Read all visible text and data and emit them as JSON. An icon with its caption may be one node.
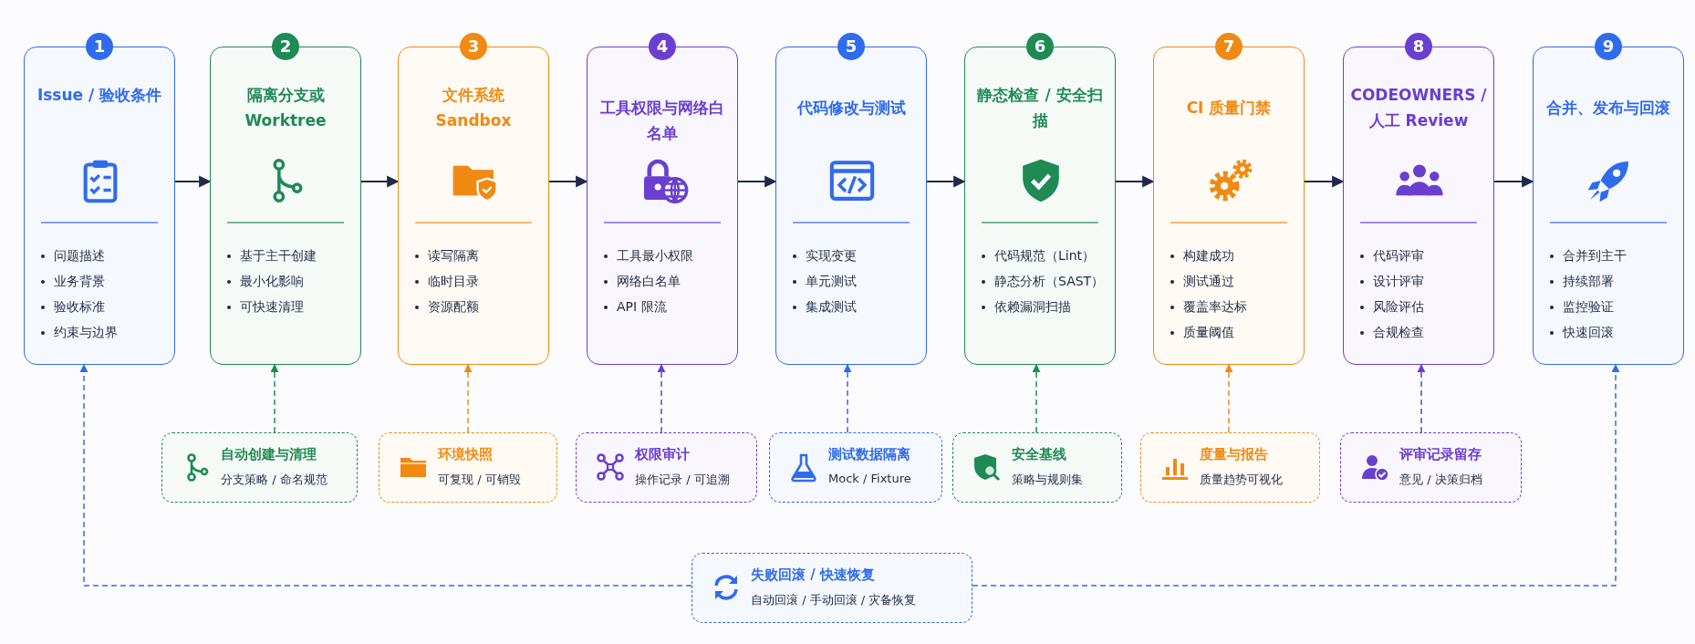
{
  "diagram": {
    "nodes": [
      {
        "text": [
          "Issue / 验收条件",
          "问题描述",
          "业务背景",
          "验收标准",
          "约束与边界"
        ],
        "beside": [
          "1"
        ]
      },
      {
        "text": [
          "隔离分支或 Worktree",
          "基于主干创建",
          "最小化影响",
          "可快速清理"
        ],
        "beside": [
          "2"
        ]
      },
      {
        "text": [
          "文件系统 Sandbox",
          "读写隔离",
          "临时目录",
          "资源配额"
        ],
        "beside": [
          "3"
        ]
      },
      {
        "text": [
          "工具权限与网络白名单",
          "工具最小权限",
          "网络白名单",
          "API 限流"
        ],
        "beside": [
          "4"
        ]
      },
      {
        "text": [
          "代码修改与测试",
          "实现变更",
          "单元测试",
          "集成测试"
        ],
        "beside": [
          "5"
        ]
      },
      {
        "text": [
          "静态检查 / 安全扫描",
          "代码规范（Lint）",
          "静态分析（SAST）",
          "依赖漏洞扫描"
        ],
        "beside": [
          "6"
        ]
      },
      {
        "text": [
          "CI 质量门禁",
          "构建成功",
          "测试通过",
          "覆盖率达标",
          "质量阈值"
        ],
        "beside": [
          "7"
        ]
      },
      {
        "text": [
          "CODEOWNERS / 人工 Review",
          "代码评审",
          "设计评审",
          "风险评估",
          "合规检查"
        ],
        "beside": [
          "8"
        ]
      },
      {
        "text": [
          "合并、发布与回滚",
          "合并到主干",
          "持续部署",
          "监控验证",
          "快速回滚"
        ],
        "beside": [
          "9"
        ]
      },
      {
        "text": [
          "自动创建与清理",
          "分支策略 / 命名规范"
        ]
      },
      {
        "text": [
          "环境快照",
          "可复现 / 可销毁"
        ]
      },
      {
        "text": [
          "权限审计",
          "操作记录 / 可追溯"
        ]
      },
      {
        "text": [
          "测试数据隔离",
          "Mock / Fixture"
        ]
      },
      {
        "text": [
          "安全基线",
          "策略与规则集"
        ]
      },
      {
        "text": [
          "度量与报告",
          "质量趋势可视化"
        ]
      },
      {
        "text": [
          "评审记录留存",
          "意见 / 决策归档"
        ]
      },
      {
        "text": [
          "失败回滚 / 快速恢复",
          "自动回滚 / 手动回滚 / 灾备恢复"
        ]
      }
    ],
    "edges": [
      {
        "from": 0,
        "to": 1,
        "arrow": "to"
      },
      {
        "from": 1,
        "to": 2,
        "arrow": "to"
      },
      {
        "from": 2,
        "to": 3,
        "arrow": "to"
      },
      {
        "from": 3,
        "to": 4,
        "arrow": "to"
      },
      {
        "from": 4,
        "to": 5,
        "arrow": "to"
      },
      {
        "from": 5,
        "to": 6,
        "arrow": "to"
      },
      {
        "from": 6,
        "to": 7,
        "arrow": "to"
      },
      {
        "from": 7,
        "to": 8,
        "arrow": "to"
      },
      {
        "from": 9,
        "to": 1,
        "arrow": "to",
        "style": "dashed",
        "color": "#1f8a55"
      },
      {
        "from": 10,
        "to": 2,
        "arrow": "to",
        "style": "dashed",
        "color": "#f08a12"
      },
      {
        "from": 11,
        "to": 3,
        "arrow": "to",
        "style": "dashed",
        "color": "#6a3fd0"
      },
      {
        "from": 12,
        "to": 4,
        "arrow": "to",
        "style": "dashed",
        "color": "#2f6bed"
      },
      {
        "from": 13,
        "to": 5,
        "arrow": "to",
        "style": "dashed",
        "color": "#1f8a55"
      },
      {
        "from": 14,
        "to": 6,
        "arrow": "to",
        "style": "dashed",
        "color": "#f08a12"
      },
      {
        "from": 15,
        "to": 7,
        "arrow": "to",
        "style": "dashed",
        "color": "#6a3fd0"
      },
      {
        "from": 16,
        "to": 0,
        "arrow": "to",
        "style": "dashed",
        "color": "#2f6bed"
      },
      {
        "from": 16,
        "to": 8,
        "arrow": "to",
        "style": "dashed",
        "color": "#2f6bed"
      }
    ]
  }
}
